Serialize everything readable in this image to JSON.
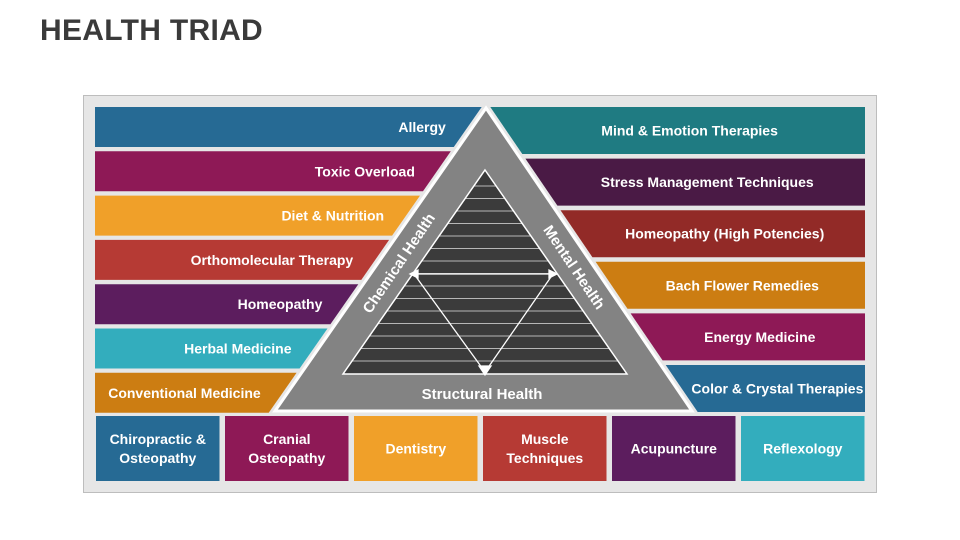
{
  "title": "HEALTH TRIAD",
  "colors": {
    "blue": "#266a94",
    "magenta": "#8e1956",
    "orange": "#f0a029",
    "red": "#b63a34",
    "purple": "#5c1d5e",
    "teal": "#33adbd",
    "brown": "#cc7d12",
    "dark_teal": "#1f7b82",
    "dark_purple": "#4a1a45",
    "dark_red": "#922a27",
    "triangle_outer": "#838383",
    "triangle_inner": "#3b3b3b"
  },
  "triangle": {
    "left_label": "Chemical Health",
    "right_label": "Mental Health",
    "bottom_label": "Structural Health"
  },
  "left_items": [
    {
      "label": "Allergy",
      "color": "#266a94"
    },
    {
      "label": "Toxic Overload",
      "color": "#8e1956"
    },
    {
      "label": "Diet & Nutrition",
      "color": "#f0a029"
    },
    {
      "label": "Orthomolecular Therapy",
      "color": "#b63a34"
    },
    {
      "label": "Homeopathy",
      "color": "#5c1d5e"
    },
    {
      "label": "Herbal Medicine",
      "color": "#33adbd"
    },
    {
      "label": "Conventional Medicine",
      "color": "#cc7d12"
    }
  ],
  "right_items": [
    {
      "label": "Mind & Emotion Therapies",
      "color": "#1f7b82"
    },
    {
      "label": "Stress Management Techniques",
      "color": "#4a1a45"
    },
    {
      "label": "Homeopathy (High Potencies)",
      "color": "#922a27"
    },
    {
      "label": "Bach Flower Remedies",
      "color": "#cc7d12"
    },
    {
      "label": "Energy Medicine",
      "color": "#8e1956"
    },
    {
      "label": "Color & Crystal Therapies",
      "color": "#266a94"
    }
  ],
  "bottom_items": [
    {
      "lines": [
        "Chiropractic &",
        "Osteopathy"
      ],
      "color": "#266a94"
    },
    {
      "lines": [
        "Cranial",
        "Osteopathy"
      ],
      "color": "#8e1956"
    },
    {
      "lines": [
        "Dentistry"
      ],
      "color": "#f0a029"
    },
    {
      "lines": [
        "Muscle",
        "Techniques"
      ],
      "color": "#b63a34"
    },
    {
      "lines": [
        "Acupuncture"
      ],
      "color": "#5c1d5e"
    },
    {
      "lines": [
        "Reflexology"
      ],
      "color": "#33adbd"
    }
  ]
}
